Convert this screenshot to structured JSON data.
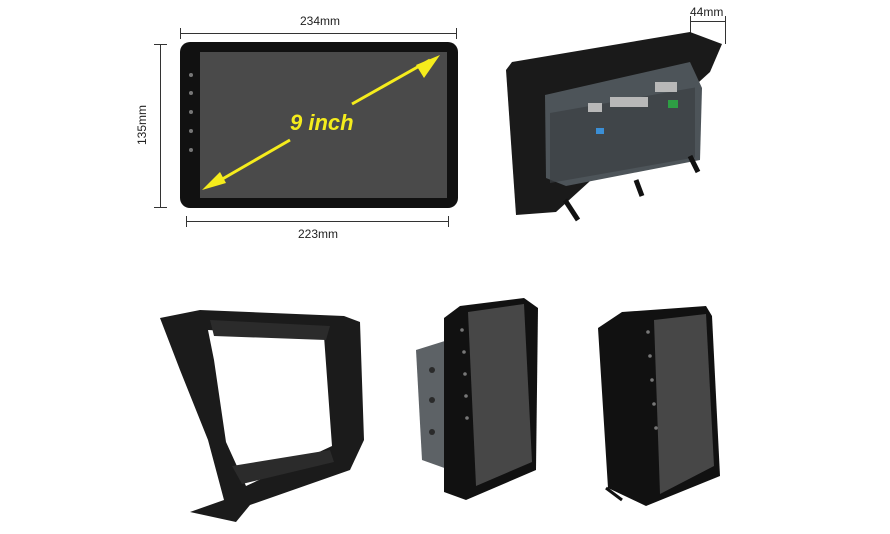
{
  "dimensions": {
    "width_label": "234mm",
    "height_label": "135mm",
    "bottom_width_label": "223mm",
    "depth_label": "44mm"
  },
  "screen": {
    "size_label": "9 inch",
    "accent_color": "#f5ec1c"
  }
}
